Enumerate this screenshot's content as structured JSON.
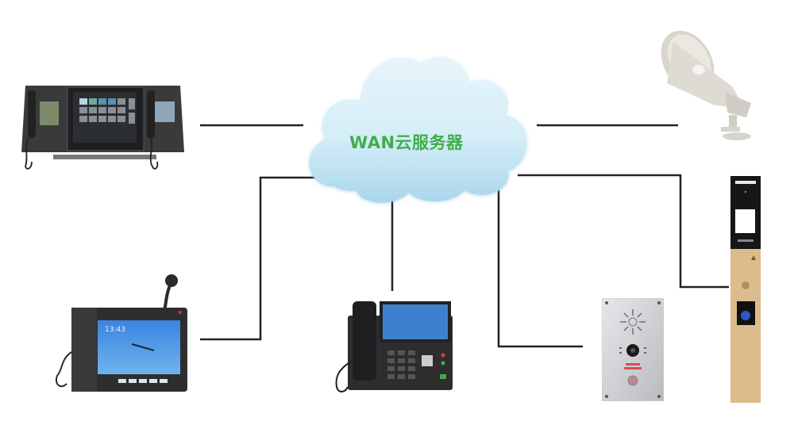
{
  "diagram": {
    "title": "",
    "center_node": {
      "label": "WAN云服务器",
      "icon": "cloud-icon",
      "color": "#3fae4a",
      "fill": "#cfe9f5"
    },
    "line_color": "#222222",
    "devices": [
      {
        "id": "dispatch-console",
        "icon": "dispatch-console-icon",
        "label": "",
        "position": "top-left"
      },
      {
        "id": "horn-speaker",
        "icon": "horn-speaker-icon",
        "label": "",
        "position": "top-right"
      },
      {
        "id": "paging-microphone-phone",
        "icon": "desk-microphone-phone-icon",
        "label": "",
        "position": "bottom-left",
        "screen_time": "13:43"
      },
      {
        "id": "ip-video-phone",
        "icon": "ip-video-phone-icon",
        "label": "",
        "position": "bottom-center"
      },
      {
        "id": "sip-intercom-panel",
        "icon": "intercom-panel-icon",
        "label": "",
        "position": "bottom-center-right"
      },
      {
        "id": "access-control-terminal",
        "icon": "access-terminal-icon",
        "label": "",
        "position": "right"
      }
    ],
    "connections": [
      {
        "from": "WAN云服务器",
        "to": "dispatch-console"
      },
      {
        "from": "WAN云服务器",
        "to": "horn-speaker"
      },
      {
        "from": "WAN云服务器",
        "to": "paging-microphone-phone"
      },
      {
        "from": "WAN云服务器",
        "to": "ip-video-phone"
      },
      {
        "from": "WAN云服务器",
        "to": "sip-intercom-panel"
      },
      {
        "from": "WAN云服务器",
        "to": "access-control-terminal"
      }
    ]
  }
}
